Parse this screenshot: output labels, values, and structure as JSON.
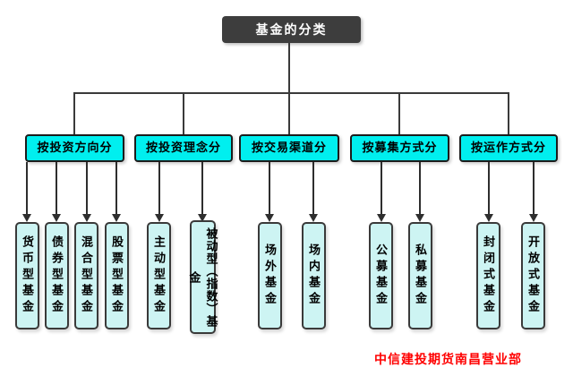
{
  "diagram": {
    "title": "基金的分类",
    "groups": [
      {
        "label": "按投资方向分",
        "children": [
          "货币型基金",
          "债券型基金",
          "混合型基金",
          "股票型基金"
        ]
      },
      {
        "label": "按投资理念分",
        "children": [
          "主动型基金",
          "被动型（指数）基金"
        ]
      },
      {
        "label": "按交易渠道分",
        "children": [
          "场外基金",
          "场内基金"
        ]
      },
      {
        "label": "按募集方式分",
        "children": [
          "公募基金",
          "私募基金"
        ]
      },
      {
        "label": "按运作方式分",
        "children": [
          "封闭式基金",
          "开放式基金"
        ]
      }
    ]
  },
  "footer": {
    "text": "中信建投期货南昌营业部"
  },
  "colors": {
    "title_bg": "#3d3d3d",
    "title_text": "#ffffff",
    "category_fill": "#00efef",
    "leaf_fill": "#cdf4f3",
    "line": "#3a3a3a",
    "footer_text": "#ff0000"
  }
}
